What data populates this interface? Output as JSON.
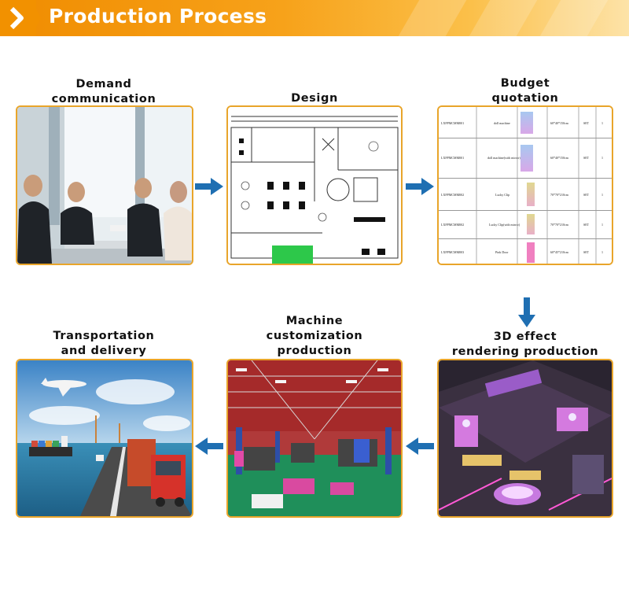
{
  "header": {
    "title": "Production Process",
    "accent": "#f29100"
  },
  "steps": [
    {
      "label_line1": "Demand",
      "label_line2": "communication"
    },
    {
      "label_line1": "Design",
      "label_line2": ""
    },
    {
      "label_line1": "Budget",
      "label_line2": "quotation"
    },
    {
      "label_line1": "3D effect",
      "label_line2": "rendering production"
    },
    {
      "label_line1": "Machine",
      "label_line2": "customization",
      "label_line3": "production"
    },
    {
      "label_line1": "Transportation",
      "label_line2": "and delivery"
    }
  ],
  "quotation_rows": [
    {
      "code": "LXFPMCMM001",
      "name": "doll machine"
    },
    {
      "code": "LXFPMCMM001",
      "name": "doll machine(with mirror)"
    },
    {
      "code": "LXFPMCMM002",
      "name": "Lucky Clip"
    },
    {
      "code": "LXFPMCMM002",
      "name": "Lucky Clip(with mirror)"
    },
    {
      "code": "LXFPMCMM003",
      "name": "Pink Door"
    }
  ],
  "colors": {
    "frame_border": "#e9a52a",
    "arrow": "#1f6fb2"
  },
  "icons": [
    "chevron-right-icon",
    "arrow-right-icon",
    "arrow-down-icon",
    "arrow-left-icon"
  ]
}
